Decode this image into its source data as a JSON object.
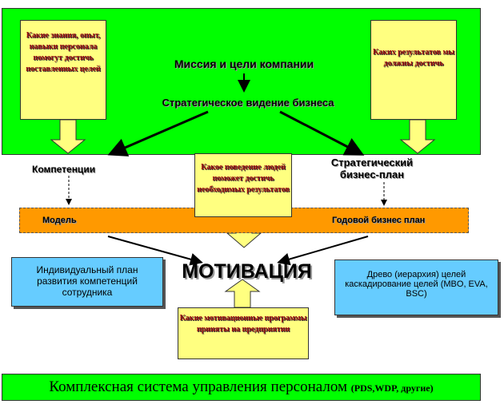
{
  "top": {
    "mission": "Миссия и цели компании",
    "vision": "Стратегическое видение бизнеса"
  },
  "notes": {
    "competence_q": "Какие знания, опыт, навыки персонала помогут достичь поставленных целей",
    "results_q": "Каких результатов мы должны достичь",
    "behavior_q": "Какое поведение людей поможет достичь необходимых результатов",
    "programs_q": "Какие мотивационные программы приняты на предприятии"
  },
  "labels": {
    "competencies": "Компетенции",
    "strategic_plan": "Стратегический бизнес-план",
    "model": "Модель",
    "annual_plan": "Годовой бизнес план",
    "motivation": "МОТИВАЦИЯ"
  },
  "scrolls": {
    "individual_plan": "Индивидуальный план развития компетенций сотрудника",
    "goals_tree": "Древо (иерархия) целей каскадирование целей (MBO, EVA, BSC)"
  },
  "footer": {
    "main": "Комплексная система управления персоналом",
    "sub": "(PDS,WDP, другие)"
  }
}
